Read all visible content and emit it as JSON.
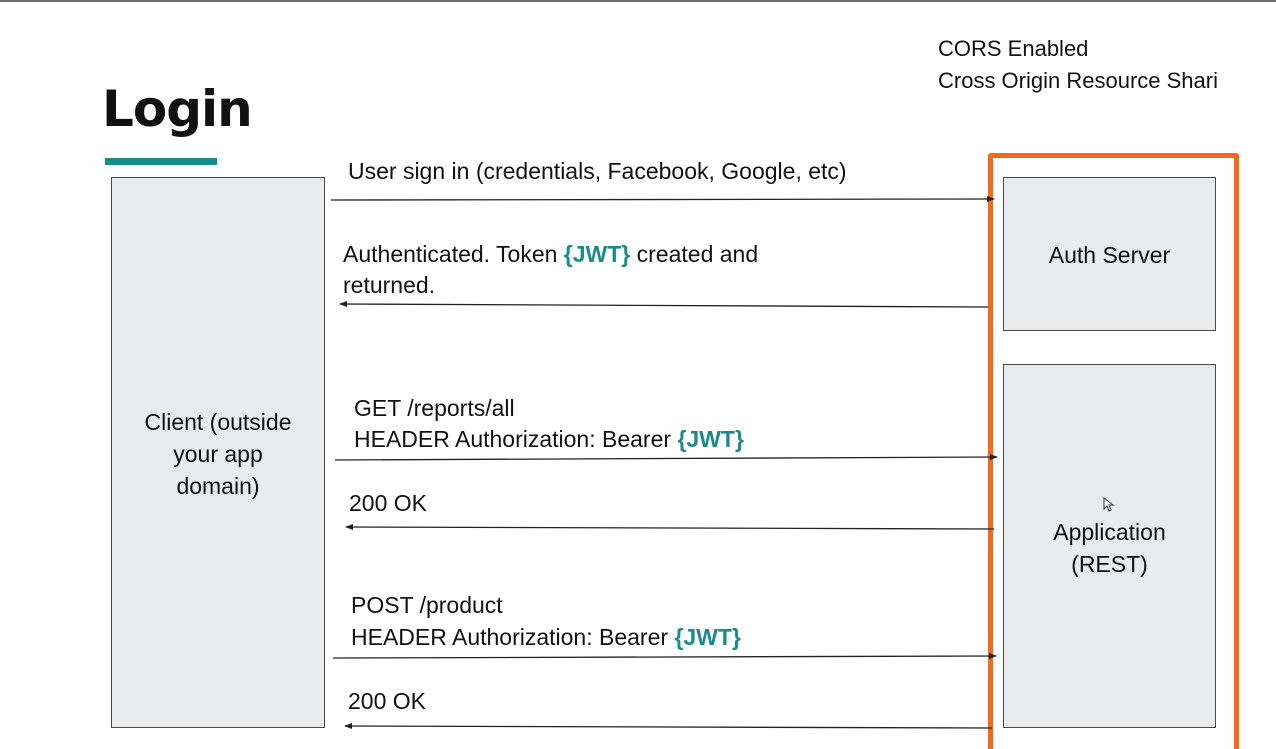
{
  "title": "Login",
  "cors_note": {
    "line1": "CORS Enabled",
    "line2": "Cross Origin Resource Shari"
  },
  "boxes": {
    "client": [
      "Client (outside",
      "your app",
      "domain)"
    ],
    "auth_server": "Auth Server",
    "application": [
      "Application",
      "(REST)"
    ]
  },
  "messages": {
    "sign_in": "User sign in (credentials, Facebook, Google, etc)",
    "authenticated_pre": "Authenticated. Token ",
    "authenticated_jwt": "{JWT}",
    "authenticated_post": " created and",
    "authenticated_line2": "returned.",
    "get_line1": "GET /reports/all",
    "get_header": "HEADER Authorization: Bearer ",
    "get_jwt": "{JWT}",
    "ok1": "200 OK",
    "post_line1": "POST /product",
    "post_header": "HEADER Authorization: Bearer ",
    "post_jwt": "{JWT}",
    "ok2": "200 OK"
  },
  "colors": {
    "accent_teal": "#1a8c8c",
    "cors_orange": "#f26b1d",
    "box_fill": "#e9ebec"
  }
}
